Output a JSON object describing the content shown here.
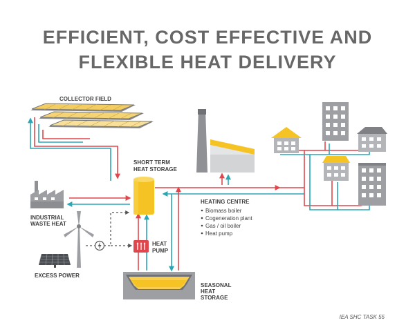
{
  "title": {
    "line1": "EFFICIENT, COST EFFECTIVE AND",
    "line2": "FLEXIBLE HEAT DELIVERY"
  },
  "labels": {
    "collector_field": "COLLECTOR FIELD",
    "short_term_1": "SHORT TERM",
    "short_term_2": "HEAT STORAGE",
    "industrial_1": "INDUSTRIAL",
    "industrial_2": "WASTE HEAT",
    "excess_power": "EXCESS POWER",
    "heat_pump_1": "HEAT",
    "heat_pump_2": "PUMP",
    "heating_centre": "HEATING CENTRE",
    "seasonal_1": "SEASONAL",
    "seasonal_2": "HEAT",
    "seasonal_3": "STORAGE"
  },
  "heating_centre_items": [
    "Biomass boiler",
    "Cogeneration plant",
    "Gas / oil boiler",
    "Heat pump"
  ],
  "credit": "IEA SHC TASK 55",
  "colors": {
    "title": "#676767",
    "supply": "#e0474c",
    "return": "#2aa6b5",
    "storage": "#f5c424",
    "building": "#9d9fa2",
    "dashed": "#555555"
  },
  "icons": [
    "solar-collector-icon",
    "factory-icon",
    "wind-turbine-icon",
    "solar-pv-icon",
    "power-symbol-icon",
    "heat-pump-icon",
    "chimney-plant-icon",
    "house-icon",
    "apartment-block-icon"
  ]
}
